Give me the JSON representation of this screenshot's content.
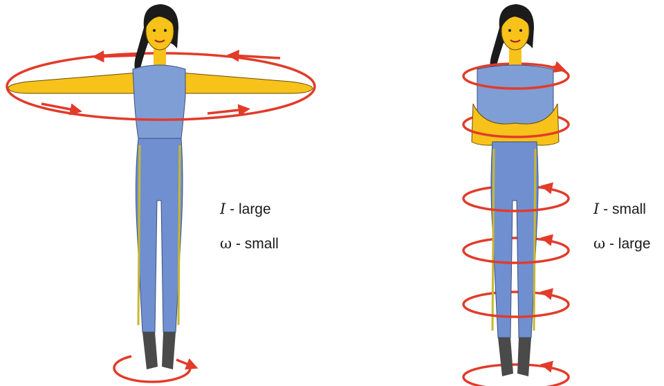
{
  "figures": [
    {
      "id": "arms-extended",
      "inertia_symbol": "I",
      "inertia_text": "- large",
      "omega_symbol": "ω",
      "omega_text": "- small"
    },
    {
      "id": "arms-folded",
      "inertia_symbol": "I",
      "inertia_text": "- small",
      "omega_symbol": "ω",
      "omega_text": "- large"
    }
  ],
  "colors": {
    "rotation_arrow": "#e23b2a",
    "skin": "#f7c21a",
    "shirt": "#7f9ed6",
    "pants": "#6f8fd0",
    "hair": "#1b1b1b",
    "shoes": "#4a4a4a",
    "stripe": "#c8b830"
  }
}
